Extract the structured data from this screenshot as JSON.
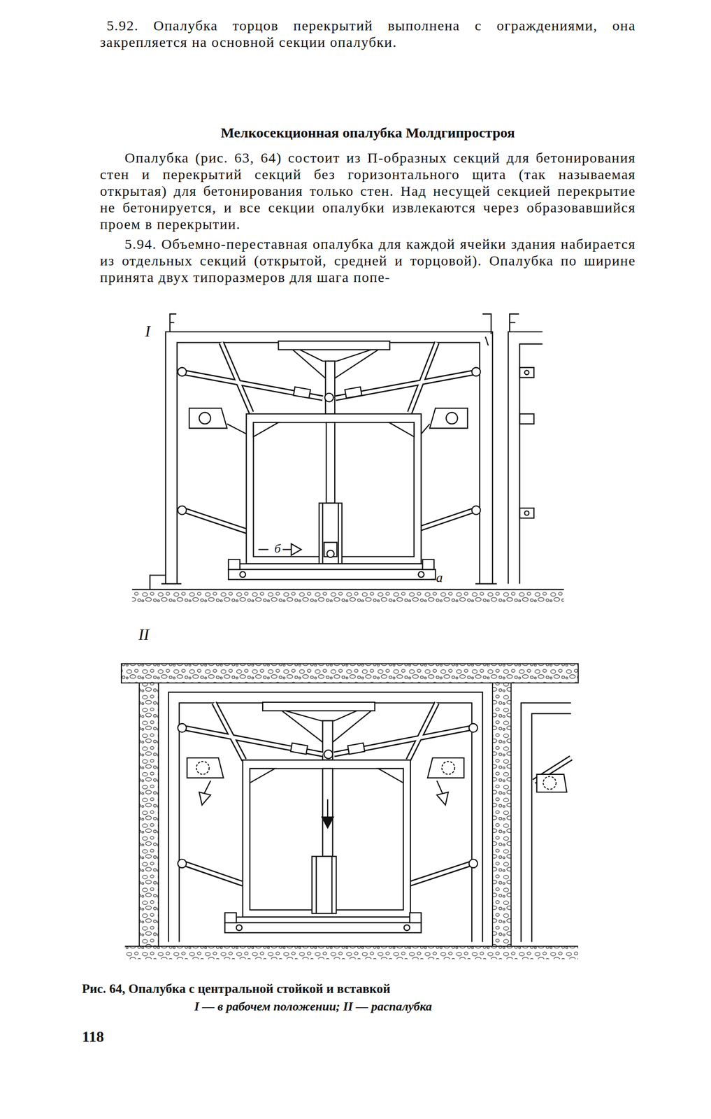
{
  "diagram": {
    "title": "Мелкосекционная опалубка Молдгипростроя",
    "caption": "Рис. 64, Опалубка с центральной стойкой и вставкой",
    "labels": [
      "5.92. Опалубка торцов перекрытий выполнена с ограждениями, она закрепляется на основной секции опалубки.",
      "Опалубка (рис. 63, 64) состоит из П-образных секций для бетонирования стен и перекрытий секций без горизонтального щита (так называемая открытая) для бетонирования только стен. Над несущей секцией перекрытие не бетонируется, и все секции опалубки извлекаются через образовавшийся проем в перекрытии.",
      "5.94. Объемно-переставная опалубка для каждой ячейки здания набирается из отдельных секций (открытой, средней и торцовой). Опалубка по ширине принята двух типоразмеров для шага попе-",
      "I",
      "б",
      "а",
      "II",
      "I — в рабочем положении; II — распалубка",
      "118"
    ]
  }
}
